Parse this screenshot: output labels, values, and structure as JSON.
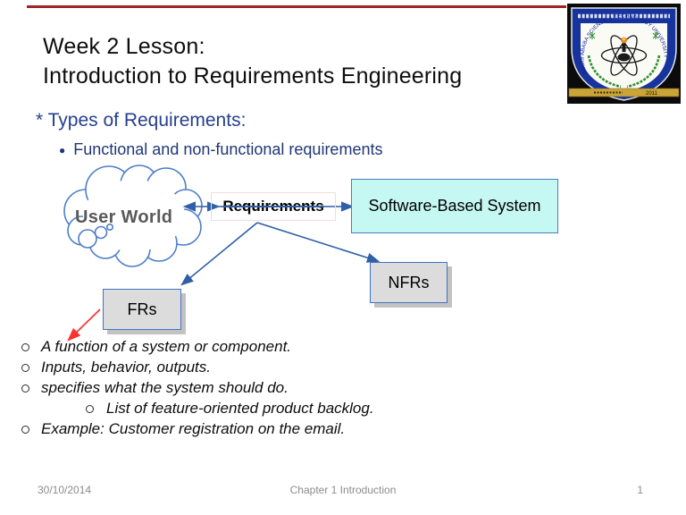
{
  "slide": {
    "title_line1": "Week 2 Lesson:",
    "title_line2": "Introduction to Requirements Engineering",
    "heading": "* Types of Requirements:",
    "subheading": "Functional and non-functional requirements"
  },
  "diagram": {
    "cloud_label": "User World",
    "requirements_label": "Requirements",
    "software_label": "Software-Based System",
    "frs_label": "FRs",
    "nfrs_label": "NFRs",
    "colors": {
      "connector_blue": "#2f5fa6",
      "cloud_stroke": "#4d7ec8",
      "software_fill": "#c5f7f3",
      "box_border_blue": "#4472c4",
      "gray_fill": "#dcdcdc",
      "red_arrow": "#ff3030",
      "top_accent_line": "#9e2626",
      "heading_navy": "#25408f"
    }
  },
  "bullets": {
    "items": [
      {
        "text": "A function of a system or component.",
        "level": 1
      },
      {
        "text": "Inputs, behavior, outputs.",
        "level": 1
      },
      {
        "text": "specifies what the system should do.",
        "level": 1
      },
      {
        "text": "List of feature-oriented product backlog.",
        "level": 2
      },
      {
        "text": "Example: Customer registration on the email.",
        "level": 1
      }
    ]
  },
  "footer": {
    "date": "30/10/2014",
    "center": "Chapter 1 Introduction",
    "page": "1"
  },
  "logo": {
    "alt": "Addis Ababa Science and Technology University crest",
    "university_name": "ADDIS ABABA SCIENCE & TECHNOLOGY UNIVERSITY",
    "banner_year": "2011"
  }
}
